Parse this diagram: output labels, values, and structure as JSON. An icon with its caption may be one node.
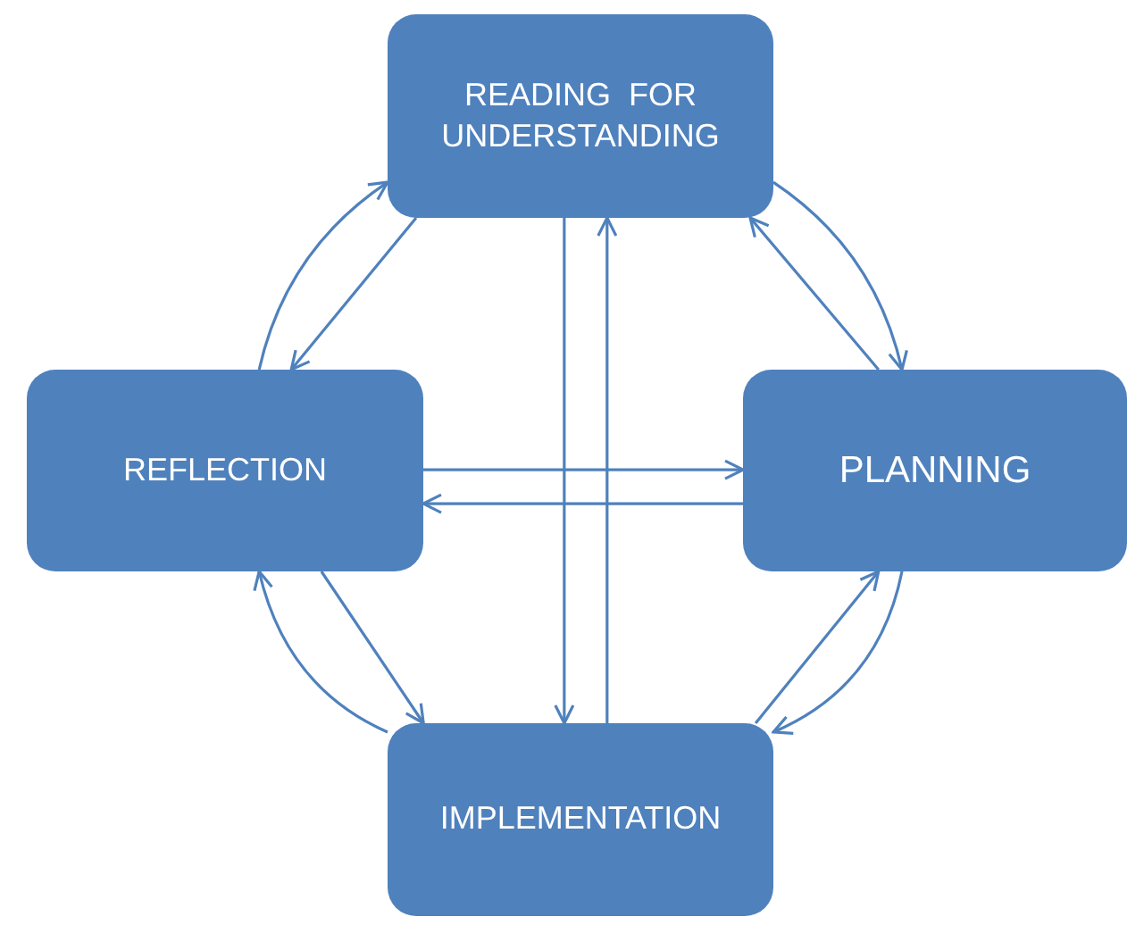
{
  "diagram": {
    "nodes": [
      {
        "text": [
          "READING  FOR UNDERSTANDING"
        ]
      },
      {
        "text": [
          "REFLECTION"
        ]
      },
      {
        "text": [
          "PLANNING"
        ]
      },
      {
        "text": [
          "IMPLEMENTATION"
        ]
      }
    ],
    "edges": [
      {
        "from": 0,
        "to": 1,
        "arrow": "to"
      },
      {
        "from": 1,
        "to": 0,
        "arrow": "to"
      },
      {
        "from": 0,
        "to": 2,
        "arrow": "to"
      },
      {
        "from": 2,
        "to": 0,
        "arrow": "to"
      },
      {
        "from": 2,
        "to": 3,
        "arrow": "to"
      },
      {
        "from": 3,
        "to": 2,
        "arrow": "to"
      },
      {
        "from": 1,
        "to": 3,
        "arrow": "to"
      },
      {
        "from": 3,
        "to": 1,
        "arrow": "to"
      },
      {
        "from": 0,
        "to": 3,
        "arrow": "to"
      },
      {
        "from": 3,
        "to": 0,
        "arrow": "to"
      },
      {
        "from": 1,
        "to": 2,
        "arrow": "to"
      },
      {
        "from": 2,
        "to": 1,
        "arrow": "to"
      }
    ]
  }
}
